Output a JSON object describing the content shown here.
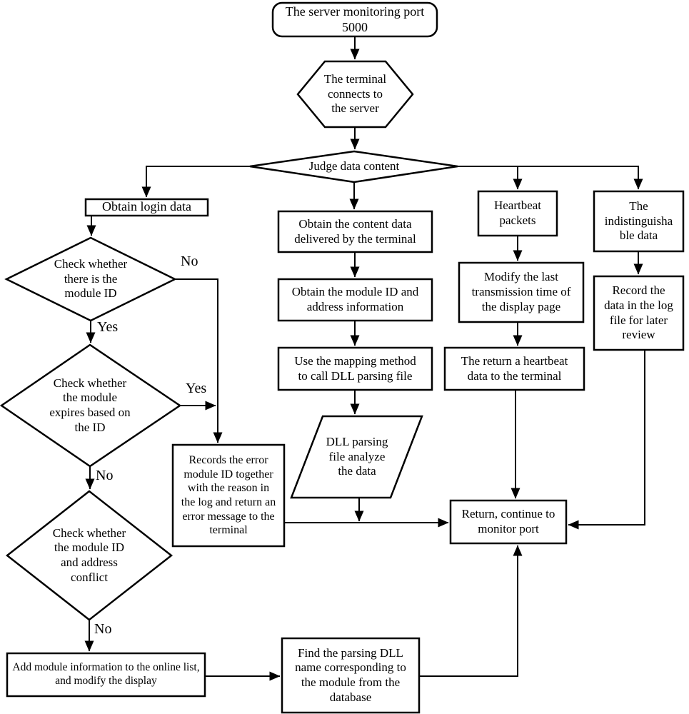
{
  "title": "Server data-handling flowchart",
  "colors": {
    "stroke": "#000000",
    "fill": "#ffffff",
    "text": "#000000"
  },
  "nodes": {
    "start": {
      "shape": "rounded-rect",
      "text": "The server monitoring port\n5000"
    },
    "connect": {
      "shape": "hexagon",
      "text": "The terminal\nconnects to\nthe server"
    },
    "judge": {
      "shape": "diamond",
      "text": "Judge data content"
    },
    "obtain_login": {
      "shape": "rect",
      "text": "Obtain login data"
    },
    "check_module_id": {
      "shape": "diamond",
      "text": "Check whether\nthere is the\nmodule ID"
    },
    "check_expires": {
      "shape": "diamond",
      "text": "Check whether\nthe module\nexpires based on\nthe ID"
    },
    "check_conflict": {
      "shape": "diamond",
      "text": "Check whether\nthe module ID\nand address\nconflict"
    },
    "records_error": {
      "shape": "rect",
      "text": "Records the error\nmodule ID together\nwith the reason in\nthe log and return an\nerror message to the\nterminal"
    },
    "add_module": {
      "shape": "rect",
      "text": "Add module information to the online list,\nand modify the display"
    },
    "obtain_content": {
      "shape": "rect",
      "text": "Obtain the content data\ndelivered by the terminal"
    },
    "obtain_module": {
      "shape": "rect",
      "text": "Obtain the module ID and\naddress information"
    },
    "use_mapping": {
      "shape": "rect",
      "text": "Use the mapping method\nto call DLL parsing file"
    },
    "dll_parse": {
      "shape": "parallelogram",
      "text": "DLL parsing\nfile analyze\nthe data"
    },
    "heartbeat": {
      "shape": "rect",
      "text": "Heartbeat\npackets"
    },
    "modify_time": {
      "shape": "rect",
      "text": "Modify the last\ntransmission time of\nthe display page"
    },
    "return_heartbeat": {
      "shape": "rect",
      "text": "The return a heartbeat\ndata to the terminal"
    },
    "indistinguishable": {
      "shape": "rect",
      "text": "The\nindistinguisha\nble data"
    },
    "record_log": {
      "shape": "rect",
      "text": "Record the\ndata in the log\nfile for later\nreview"
    },
    "return_monitor": {
      "shape": "rect",
      "text": "Return, continue to\nmonitor port"
    },
    "find_dll": {
      "shape": "rect",
      "text": "Find the parsing DLL\nname corresponding to\nthe module from the\ndatabase"
    }
  },
  "edge_labels": {
    "no_module_id": "No",
    "yes_module_id": "Yes",
    "yes_expires": "Yes",
    "no_expires": "No",
    "no_conflict": "No"
  }
}
